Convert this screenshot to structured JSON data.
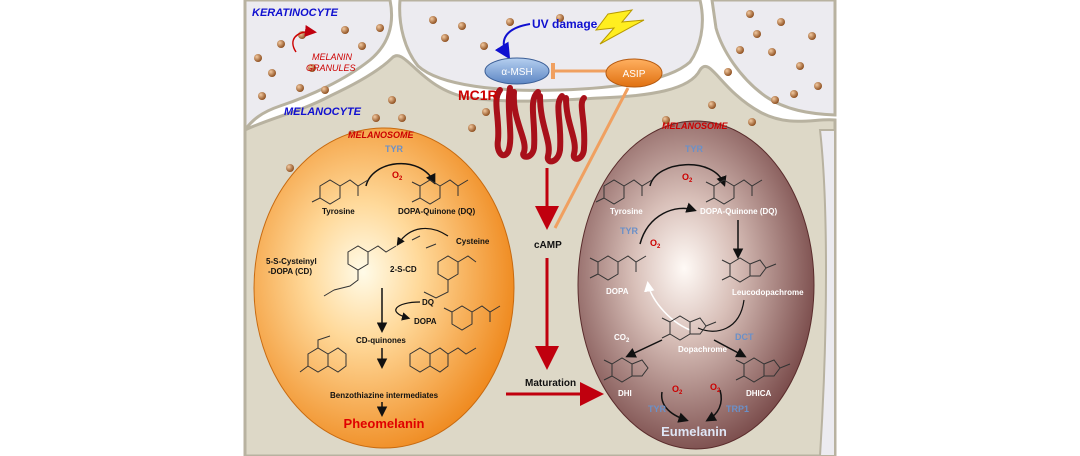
{
  "labels": {
    "keratinocyte": "KERATINOCYTE",
    "melanin_granules_1": "MELANIN",
    "melanin_granules_2": "GRANULES",
    "melanocyte": "MELANOCYTE",
    "uv_damage": "UV damage",
    "alpha_msh": "α-MSH",
    "asip": "ASIP",
    "mc1r": "MC1R",
    "camp": "cAMP",
    "maturation": "Maturation"
  },
  "left_melanosome": {
    "title": "MELANOSOME",
    "tyr": "TYR",
    "o2": "O",
    "o2_sub": "2",
    "tyrosine": "Tyrosine",
    "dopa_quinone": "DOPA-Quinone (DQ)",
    "cysteine": "Cysteine",
    "cd_line1": "5-S-Cysteinyl",
    "cd_line2": "-DOPA (CD)",
    "two_s_cd": "2-S-CD",
    "dq": "DQ",
    "dopa": "DOPA",
    "cd_quinones": "CD-quinones",
    "benzothiazine": "Benzothiazine intermediates",
    "pheomelanin": "Pheomelanin"
  },
  "right_melanosome": {
    "title": "MELANOSOME",
    "tyr_top": "TYR",
    "o2_top": "O",
    "o2_sub": "2",
    "tyrosine": "Tyrosine",
    "dopa_quinone": "DOPA-Quinone (DQ)",
    "tyr_mid": "TYR",
    "o2_mid": "O",
    "leucodopachrome": "Leucodopachrome",
    "dopa": "DOPA",
    "co2": "CO",
    "co2_sub": "2",
    "dct": "DCT",
    "dopachrome": "Dopachrome",
    "dhi": "DHI",
    "dhica": "DHICA",
    "o2_a": "O",
    "o2_b": "O",
    "tyr_bottom": "TYR",
    "tyrp1": "TRP1",
    "eumelanin": "Eumelanin"
  },
  "colors": {
    "cell_fill": "#ddd8c7",
    "keratinocyte_fill": "#ecebf0",
    "membrane": "#b8b2a0",
    "pheo_center": "#fff4d6",
    "pheo_edge": "#f08a1c",
    "eu_center": "#fbf2ee",
    "eu_edge": "#7a4a4a",
    "arrow_red": "#c0000e",
    "arrow_orange": "#f0a060",
    "msh_fill": "#7fa6d8",
    "asip_fill": "#f08020",
    "label_blue": "#1010d0",
    "label_red": "#cc0000",
    "granule": "#a8612a"
  }
}
